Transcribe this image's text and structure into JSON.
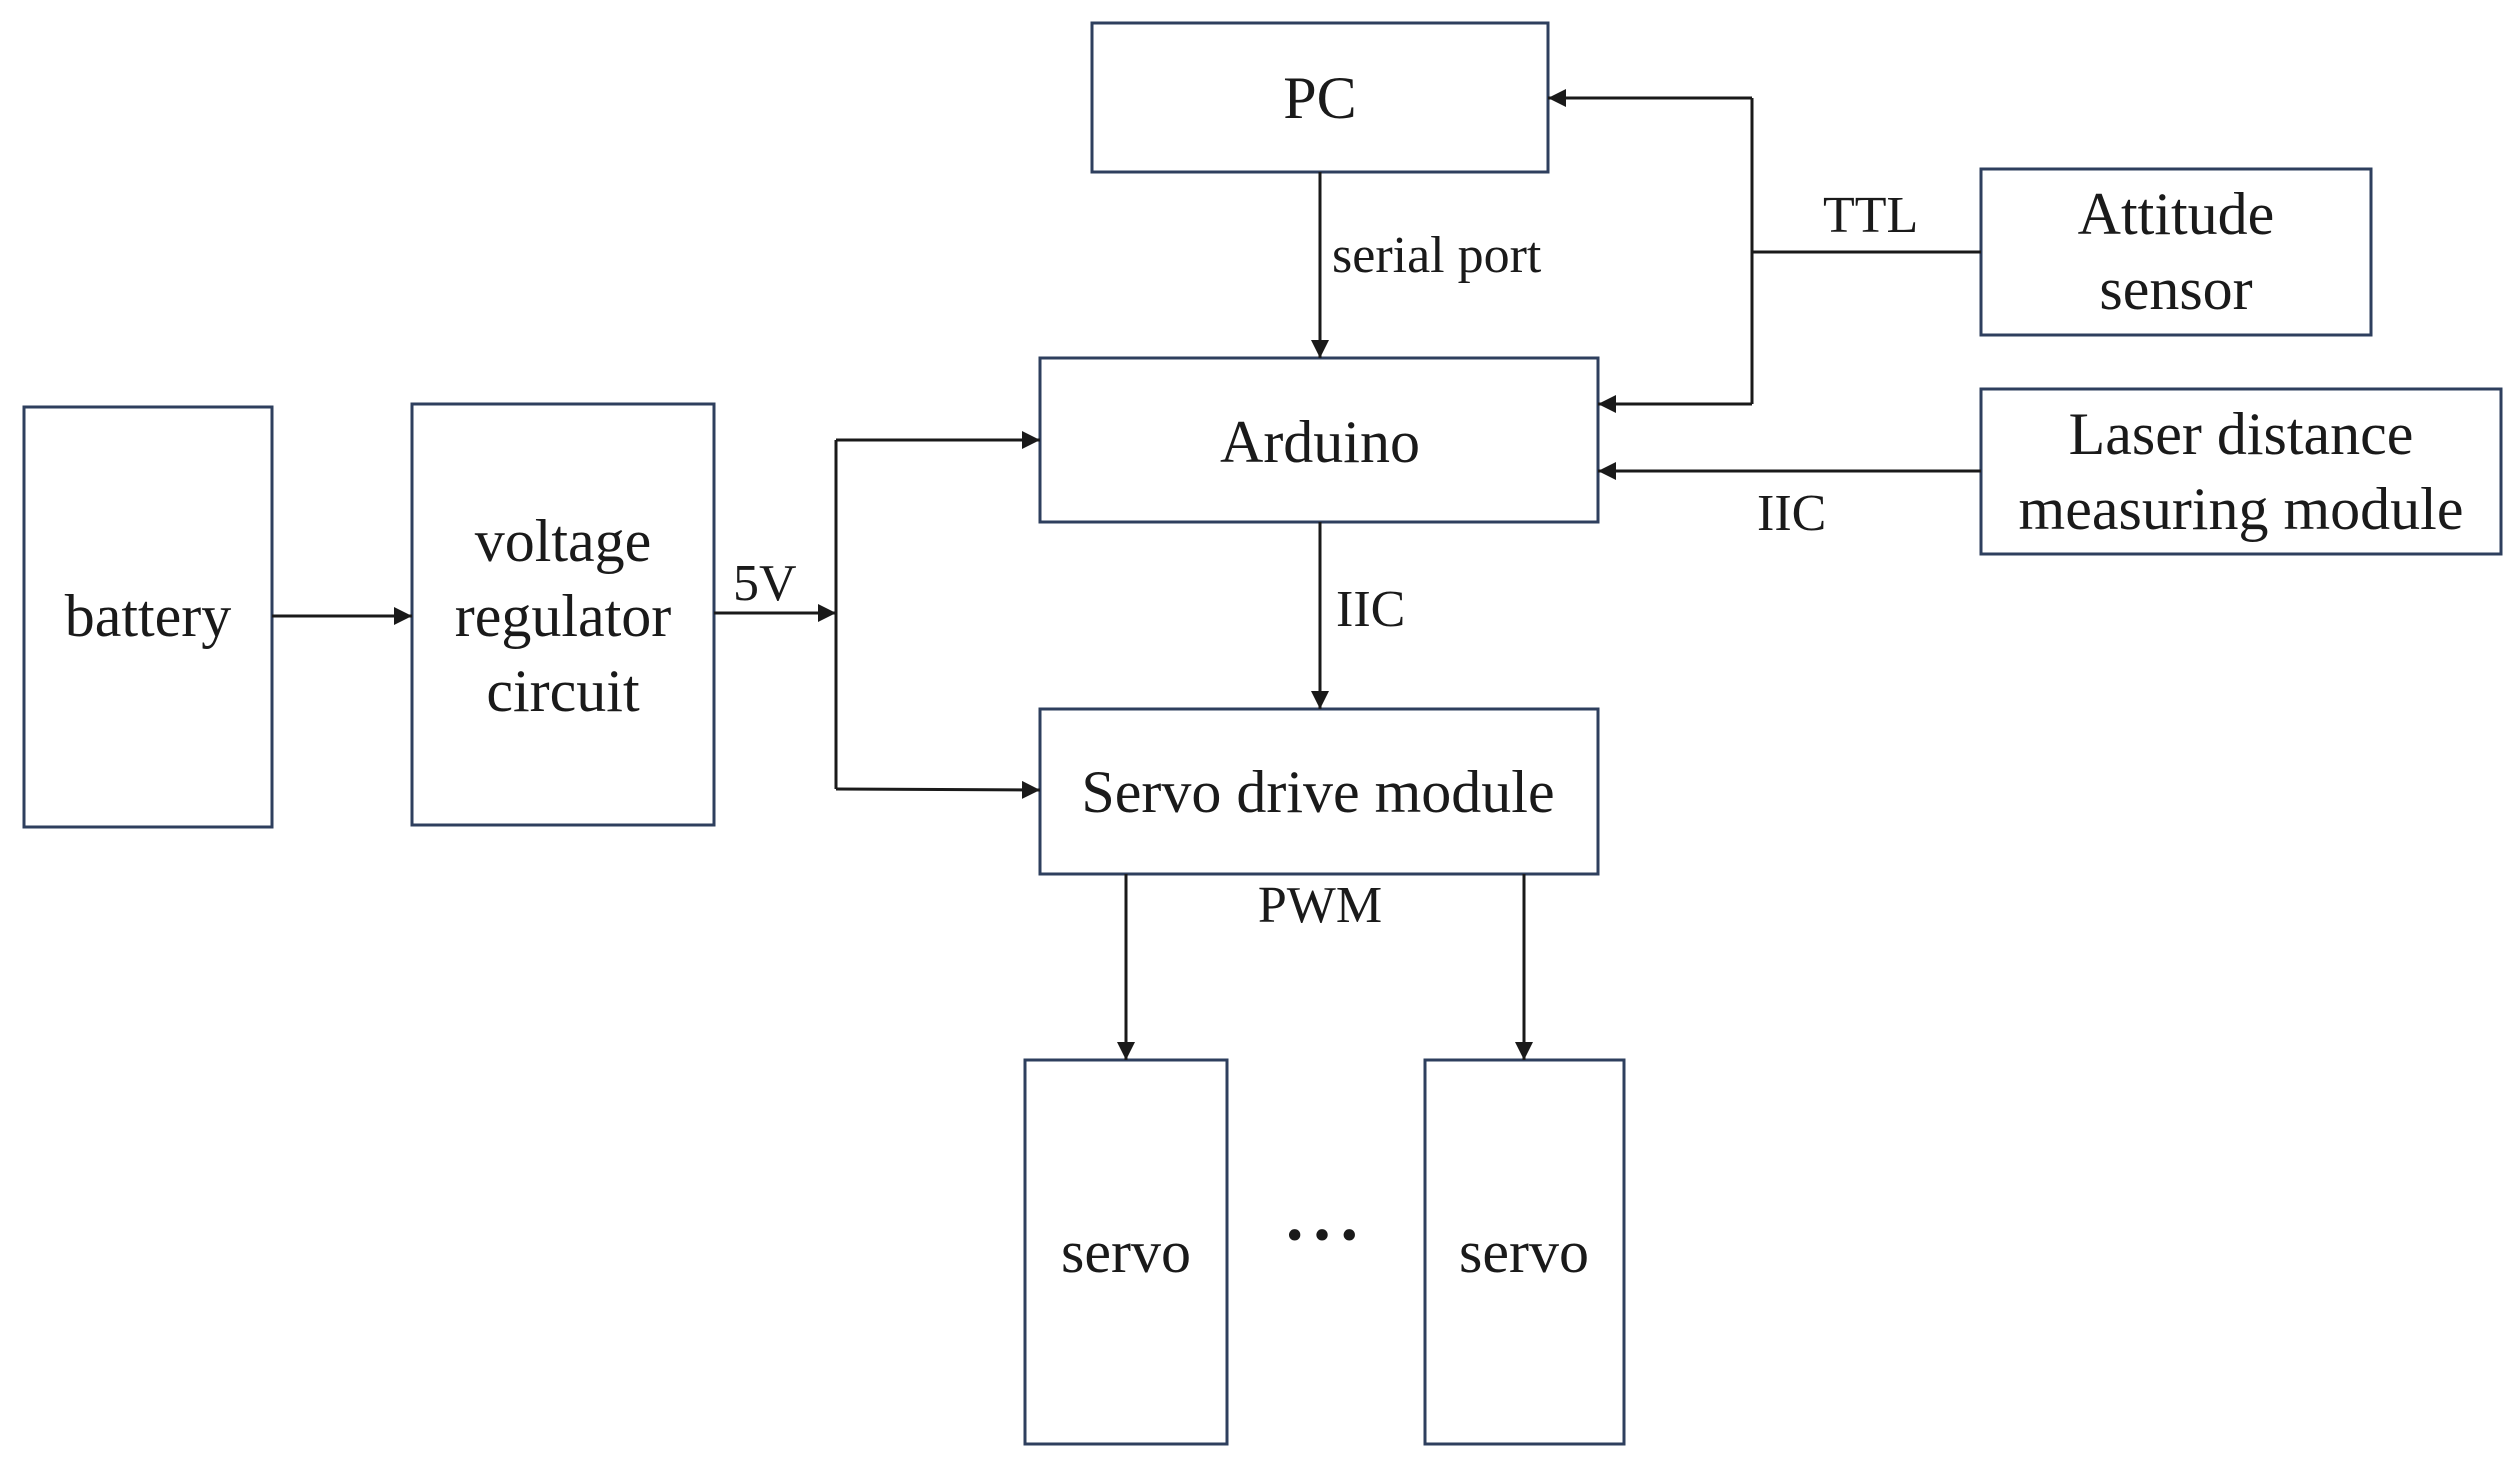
{
  "diagram": {
    "boxes": {
      "battery": "battery",
      "regulator": [
        "voltage",
        "regulator",
        "circuit"
      ],
      "pc": "PC",
      "arduino": "Arduino",
      "servo_drive": "Servo drive module",
      "attitude": [
        "Attitude",
        "sensor"
      ],
      "laser": [
        "Laser distance",
        "measuring module"
      ],
      "servo_left": "servo",
      "servo_right": "servo"
    },
    "edges": {
      "voltage": "5V",
      "serial": "serial port",
      "ttl": "TTL",
      "iic_laser": "IIC",
      "iic_drive": "IIC",
      "pwm": "PWM"
    },
    "ellipsis": "···",
    "colors": {
      "box_border": "#2e3f5e",
      "line": "#1a1a1a",
      "text": "#1a1a1a",
      "background": "#ffffff"
    }
  }
}
